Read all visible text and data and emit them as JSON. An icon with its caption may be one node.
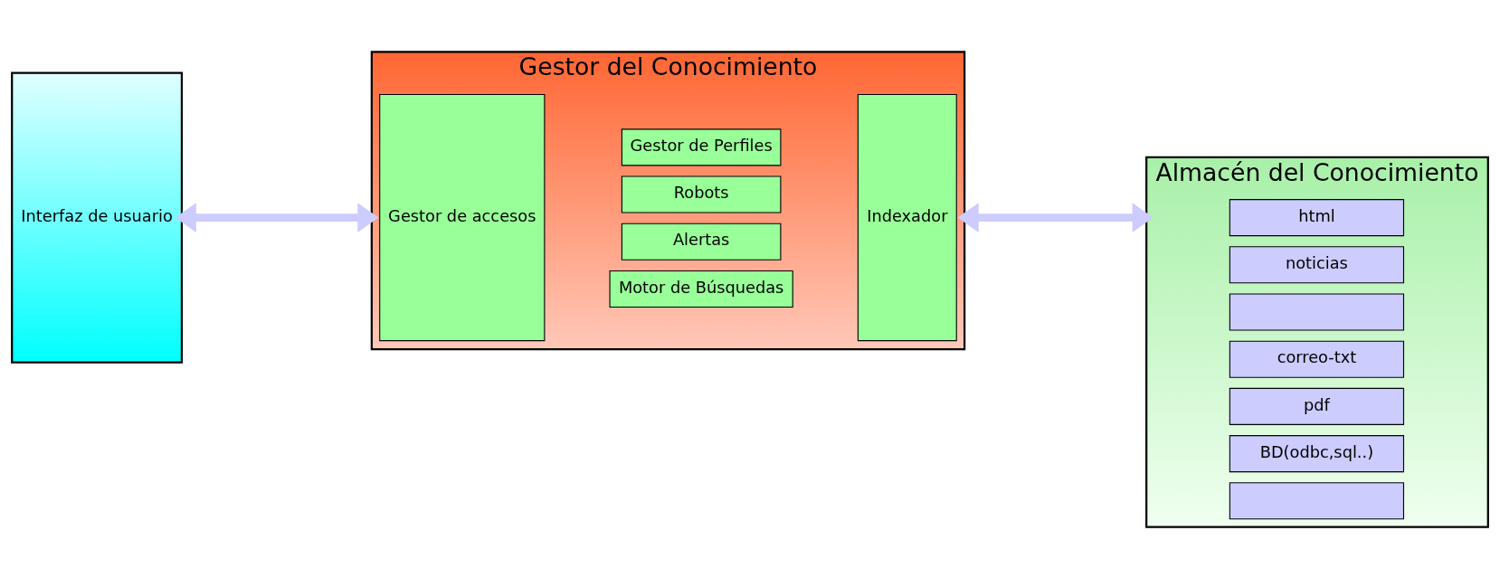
{
  "diagram": {
    "nodes": [
      {
        "text": [
          "Interfaz de usuario"
        ]
      },
      {
        "text": [
          "Gestor del Conocimiento"
        ]
      },
      {
        "text": [
          "Gestor de accesos"
        ],
        "in": 1
      },
      {
        "text": [
          "Motor de Búsquedas"
        ],
        "in": 1
      },
      {
        "text": [
          "Alertas"
        ],
        "in": 1
      },
      {
        "text": [
          "Robots"
        ],
        "in": 1
      },
      {
        "text": [
          "Gestor de Perfiles"
        ],
        "in": 1
      },
      {
        "text": [
          "Indexador"
        ],
        "in": 1
      },
      {
        "text": [
          "Almacén del Conocimiento"
        ]
      },
      {
        "text": [
          "html"
        ],
        "in": 8
      },
      {
        "text": [
          "noticias"
        ],
        "in": 8
      },
      {
        "text": [],
        "shape": "box",
        "in": 8
      },
      {
        "text": [
          "correo-txt"
        ],
        "in": 8
      },
      {
        "text": [
          "pdf"
        ],
        "in": 8
      },
      {
        "text": [
          "BD(odbc,sql..)"
        ],
        "in": 8
      },
      {
        "text": [],
        "shape": "box",
        "in": 8
      }
    ],
    "edges": [
      {
        "from": 0,
        "to": 1,
        "arrow": "both"
      },
      {
        "from": 1,
        "to": 8,
        "arrow": "both"
      }
    ]
  }
}
